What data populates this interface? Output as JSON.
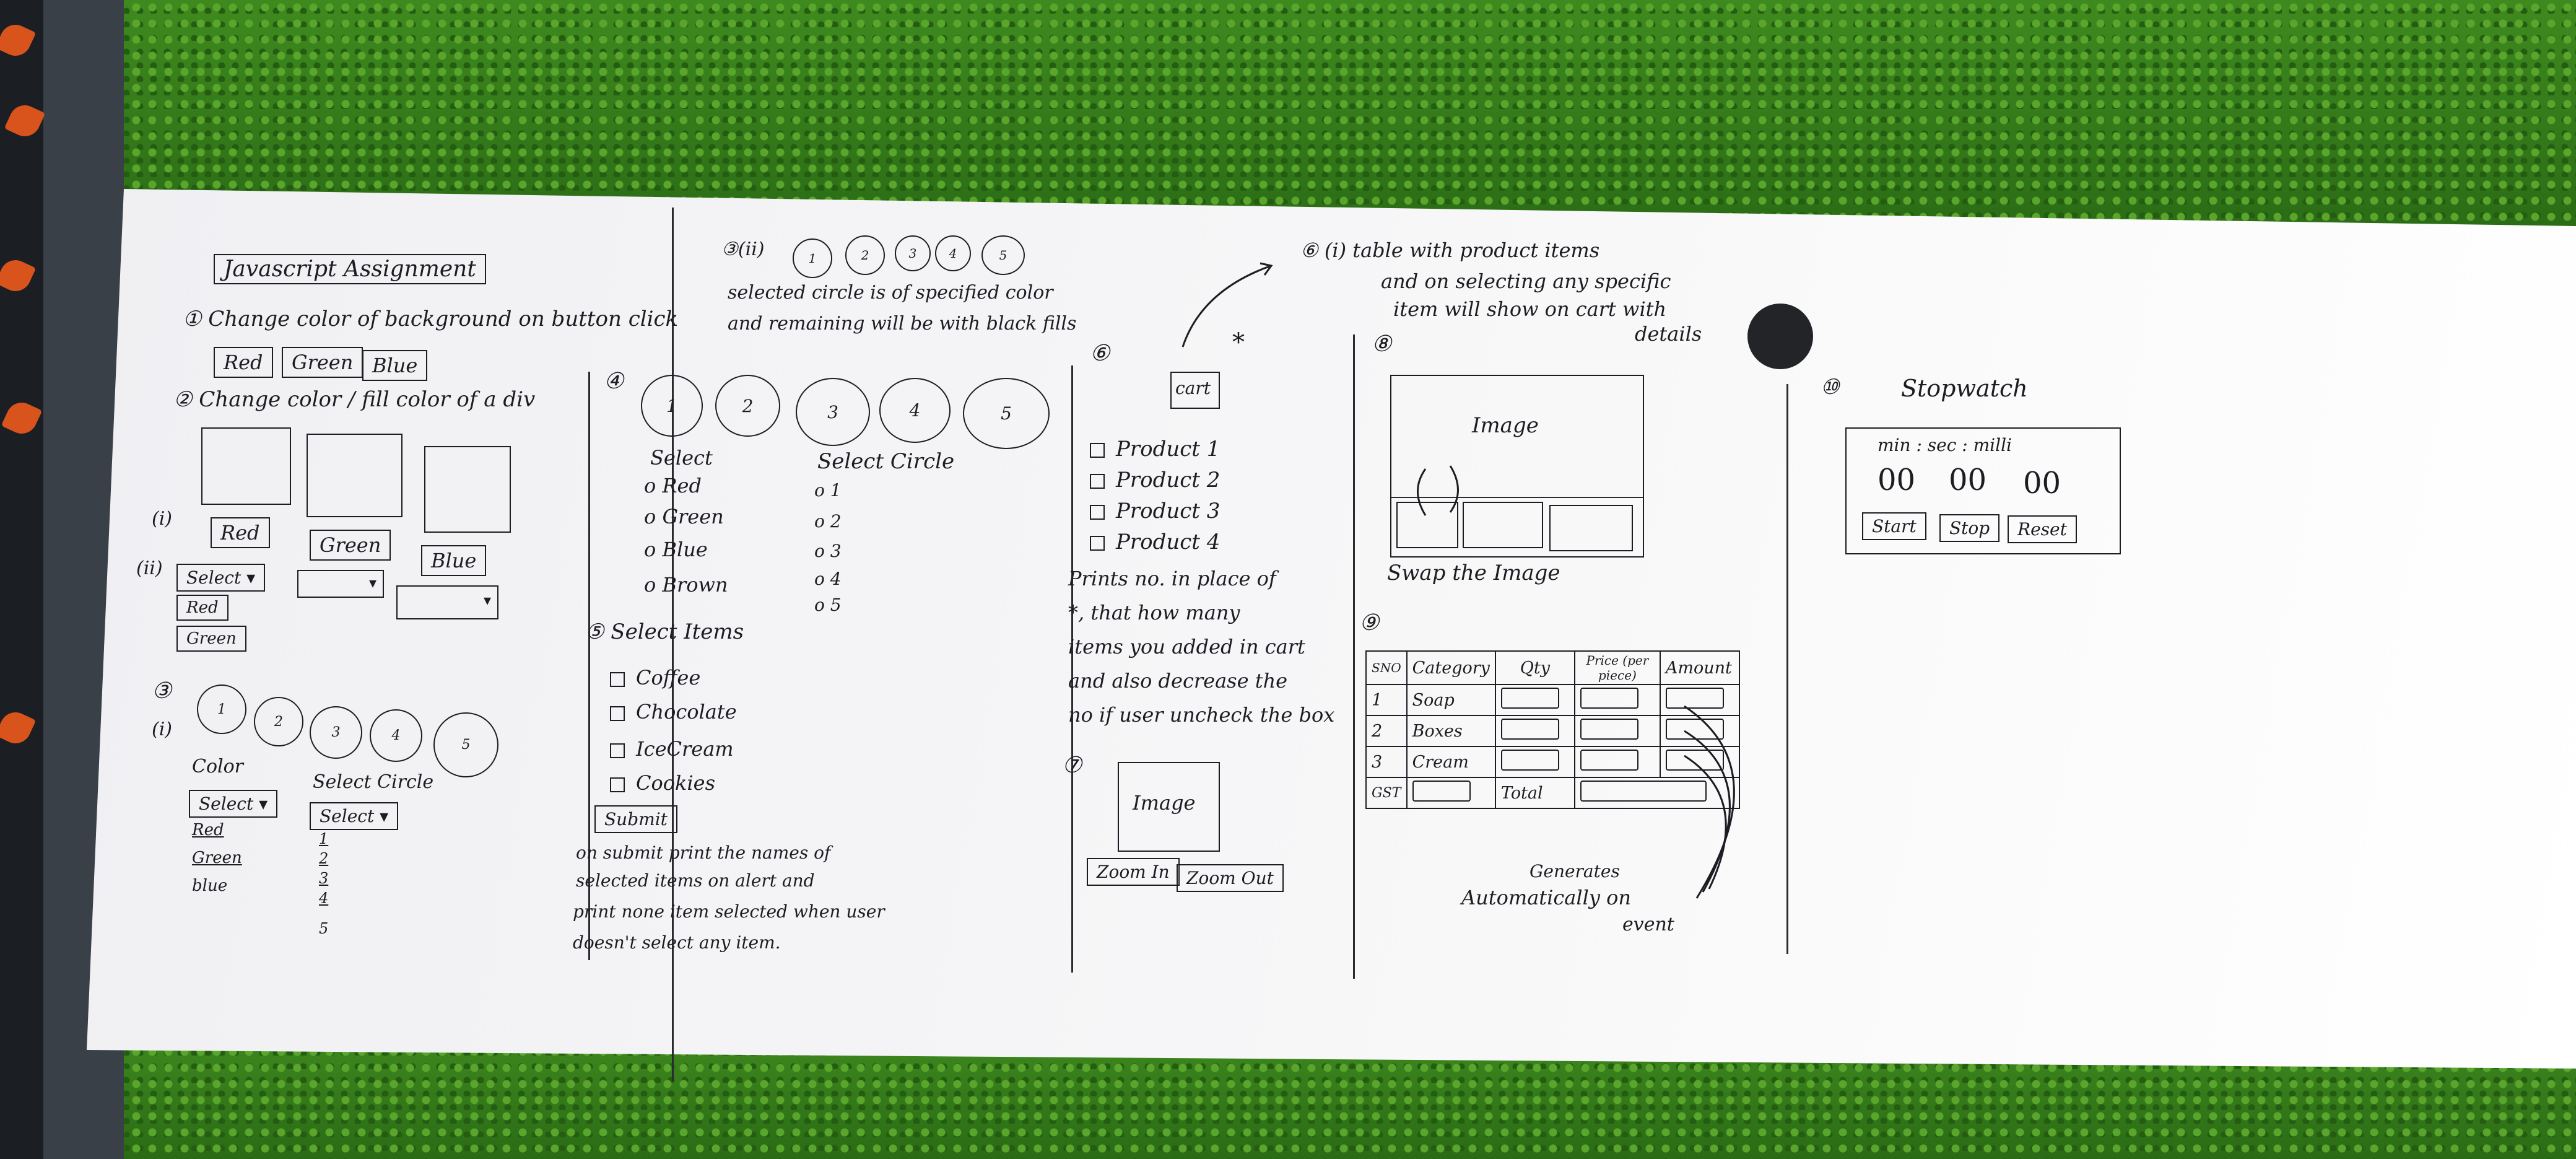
{
  "board": {
    "title": "Javascript Assignment",
    "s1": {
      "text": "① Change color of background on button click",
      "buttons": [
        "Red",
        "Green",
        "Blue"
      ]
    },
    "s2": {
      "text": "② Change color / fill color of a div",
      "i_label": "(i)",
      "ii_label": "(ii)",
      "buttons": [
        "Red",
        "Green",
        "Blue"
      ],
      "select": "Select",
      "options": [
        "Red",
        "Green"
      ]
    },
    "s3": {
      "num": "③",
      "i_label": "(i)",
      "circles": [
        "1",
        "2",
        "3",
        "4",
        "5"
      ],
      "color_label": "Color",
      "circle_label": "Select Circle",
      "select1": "Select",
      "select2": "Select",
      "color_opts": [
        "Red",
        "Green",
        "blue"
      ],
      "circle_opts": [
        "1",
        "2",
        "3",
        "4",
        "5"
      ]
    },
    "s3ii": {
      "num": "③(ii)",
      "circles": [
        "1",
        "2",
        "3",
        "4",
        "5"
      ],
      "text1": "selected circle is of specified color",
      "text2": "and remaining will be with black fills"
    },
    "s4": {
      "num": "④",
      "circles": [
        "1",
        "2",
        "3",
        "4",
        "5"
      ],
      "select_label": "Select",
      "circle_label": "Select Circle",
      "colors": [
        "o Red",
        "o Green",
        "o Blue",
        "o Brown"
      ],
      "nums": [
        "o  1",
        "o  2",
        "o  3",
        "o  4",
        "o  5"
      ]
    },
    "s5": {
      "title": "⑤ Select Items",
      "items": [
        "Coffee",
        "Chocolate",
        "IceCream",
        "Cookies"
      ],
      "submit": "Submit",
      "note": [
        "on submit print the names of",
        "selected items on alert and",
        "print none item selected when user",
        "doesn't select any item."
      ]
    },
    "s6": {
      "num": "⑥",
      "cart": "cart",
      "star": "*",
      "products": [
        "Product 1",
        "Product 2",
        "Product 3",
        "Product 4"
      ],
      "note": [
        "Prints no. in place of",
        "*, that how many",
        "items you added in cart",
        "and also decrease the",
        "no if user uncheck the box"
      ]
    },
    "s7": {
      "num": "⑦",
      "image": "Image",
      "zoom_in": "Zoom In",
      "zoom_out": "Zoom Out"
    },
    "s6i": {
      "lines": [
        "⑥ (i) table with product items",
        "and on selecting any specific",
        "item will show on cart with",
        "details"
      ]
    },
    "s8": {
      "num": "⑧",
      "image": "Image",
      "swap": "Swap the Image"
    },
    "s9": {
      "num": "⑨",
      "headers": [
        "SNO",
        "Category",
        "Qty",
        "Price (per piece)",
        "Amount"
      ],
      "rows": [
        [
          "1",
          "Soap"
        ],
        [
          "2",
          "Boxes"
        ],
        [
          "3",
          "Cream"
        ]
      ],
      "gst": "GST",
      "total": "Total",
      "note": [
        "Generates",
        "Automatically on",
        "event"
      ]
    },
    "s10": {
      "num": "⑩",
      "title": "Stopwatch",
      "labels": "min  :  sec  :  milli",
      "digits": [
        "00",
        "00",
        "00"
      ],
      "buttons": [
        "Start",
        "Stop",
        "Reset"
      ]
    }
  }
}
